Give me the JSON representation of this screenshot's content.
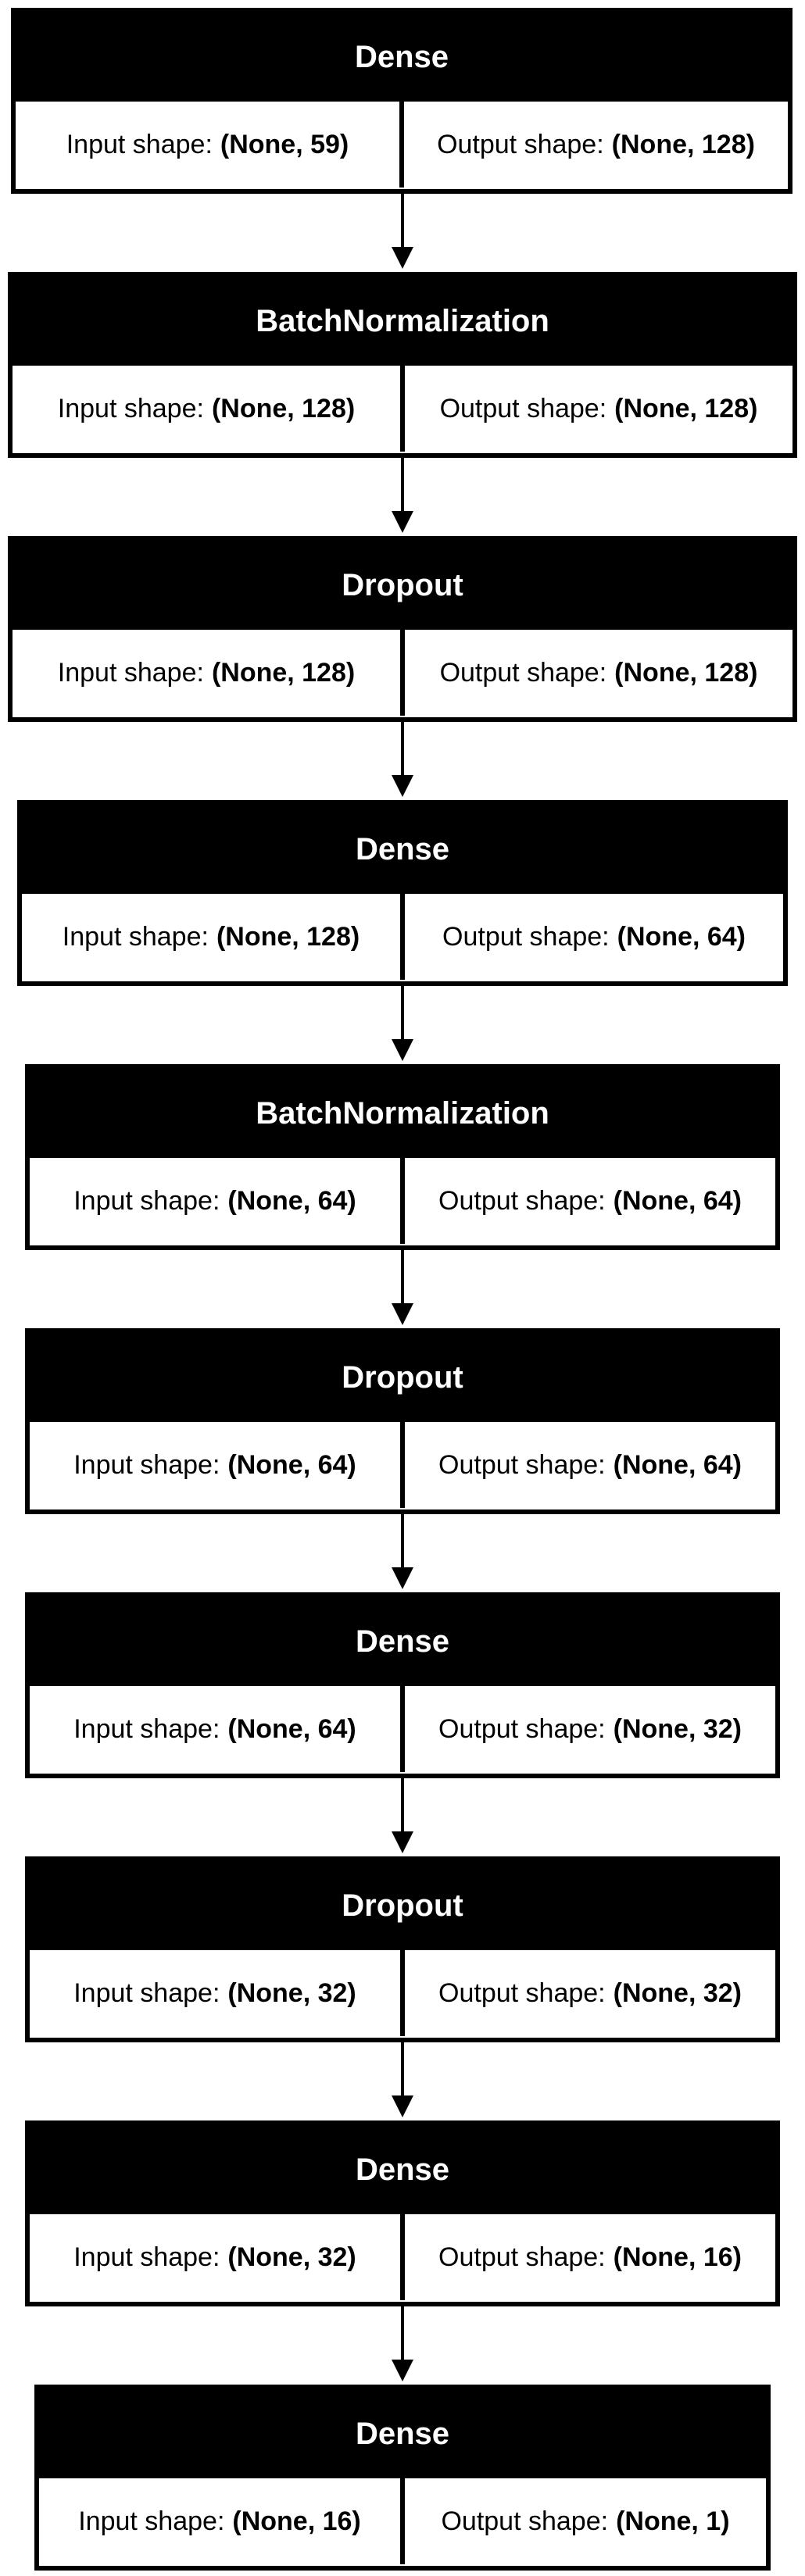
{
  "input_label": "Input shape:",
  "output_label": "Output shape:",
  "layers": [
    {
      "name": "Dense",
      "input": "(None, 59)",
      "output": "(None, 128)"
    },
    {
      "name": "BatchNormalization",
      "input": "(None, 128)",
      "output": "(None, 128)"
    },
    {
      "name": "Dropout",
      "input": "(None, 128)",
      "output": "(None, 128)"
    },
    {
      "name": "Dense",
      "input": "(None, 128)",
      "output": "(None, 64)"
    },
    {
      "name": "BatchNormalization",
      "input": "(None, 64)",
      "output": "(None, 64)"
    },
    {
      "name": "Dropout",
      "input": "(None, 64)",
      "output": "(None, 64)"
    },
    {
      "name": "Dense",
      "input": "(None, 64)",
      "output": "(None, 32)"
    },
    {
      "name": "Dropout",
      "input": "(None, 32)",
      "output": "(None, 32)"
    },
    {
      "name": "Dense",
      "input": "(None, 32)",
      "output": "(None, 16)"
    },
    {
      "name": "Dense",
      "input": "(None, 16)",
      "output": "(None, 1)"
    }
  ]
}
